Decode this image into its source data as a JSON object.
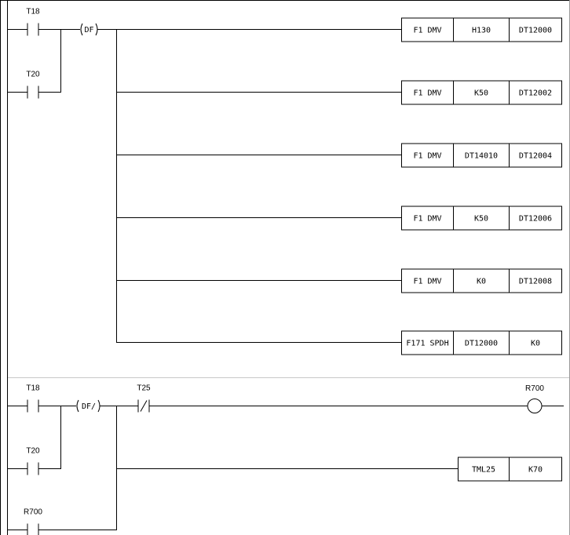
{
  "rungs": [
    {
      "contacts": [
        {
          "label": "T18",
          "type": "NO"
        },
        {
          "label": "T20",
          "type": "NO"
        }
      ],
      "edge": "(DF)",
      "outputs": [
        {
          "cells": [
            "F1 DMV",
            "H130",
            "DT12000"
          ]
        },
        {
          "cells": [
            "F1 DMV",
            "K50",
            "DT12002"
          ]
        },
        {
          "cells": [
            "F1 DMV",
            "DT14010",
            "DT12004"
          ]
        },
        {
          "cells": [
            "F1 DMV",
            "K50",
            "DT12006"
          ]
        },
        {
          "cells": [
            "F1 DMV",
            "K0",
            "DT12008"
          ]
        },
        {
          "cells": [
            "F171 SPDH",
            "DT12000",
            "K0"
          ]
        }
      ]
    },
    {
      "contacts": [
        {
          "label": "T18",
          "type": "NO"
        },
        {
          "label": "T20",
          "type": "NO"
        },
        {
          "label": "R700",
          "type": "NO"
        }
      ],
      "edge": "(DF/)",
      "series_contact": {
        "label": "T25",
        "type": "NC"
      },
      "coil": {
        "label": "R700"
      },
      "outputs": [
        {
          "cells": [
            "TML25",
            "K70"
          ]
        }
      ]
    }
  ]
}
